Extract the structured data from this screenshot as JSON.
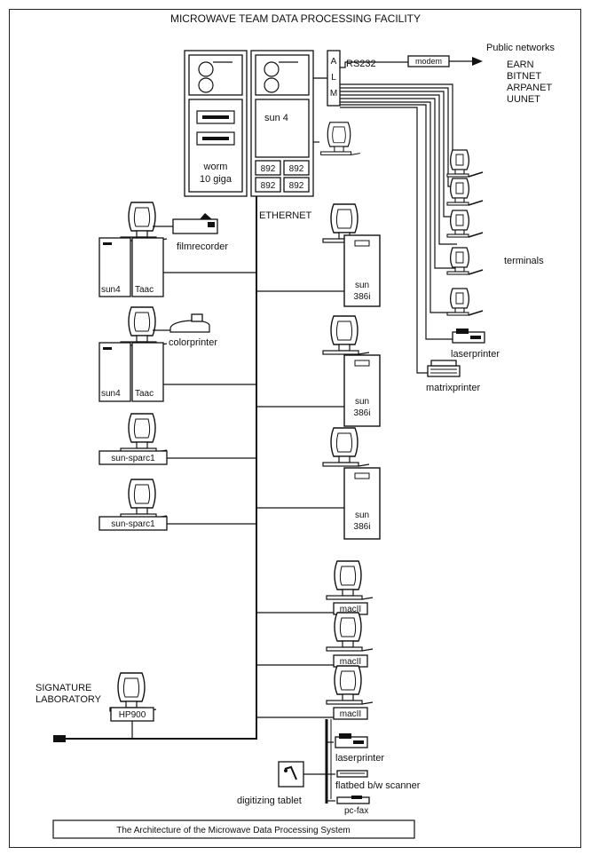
{
  "title": "MICROWAVE TEAM DATA PROCESSING FACILITY",
  "caption": "The Architecture of the Microwave Data Processing System",
  "server": {
    "worm": [
      "worm",
      "10 giga"
    ],
    "sun4": "sun 4",
    "boards": [
      "892",
      "892",
      "892",
      "892"
    ],
    "alm": [
      "A",
      "L",
      "M"
    ],
    "rs232": "RS232",
    "modem": "modem",
    "networks_title": "Public networks",
    "networks": [
      "EARN",
      "BITNET",
      "ARPANET",
      "UUNET"
    ]
  },
  "ethernet": "ETHERNET",
  "left": {
    "filmrecorder": "filmrecorder",
    "colorprinter": "colorprinter",
    "ws1": [
      "sun4",
      "Taac"
    ],
    "ws2": [
      "sun4",
      "Taac"
    ],
    "sparc1": "sun-sparc1",
    "sparc2": "sun-sparc1",
    "signature": [
      "SIGNATURE",
      "LABORATORY"
    ],
    "hp": "HP900"
  },
  "right": {
    "sun386": [
      [
        "sun",
        "386i"
      ],
      [
        "sun",
        "386i"
      ],
      [
        "sun",
        "386i"
      ]
    ],
    "macs": [
      "macII",
      "macII",
      "macII"
    ],
    "laserprinter": "laserprinter",
    "scanner": "flatbed b/w scanner",
    "pcfax": "pc-fax",
    "tablet": "digitizing tablet"
  },
  "terminals": {
    "label": "terminals",
    "laserprinter": "laserprinter",
    "matrixprinter": "matrixprinter"
  }
}
